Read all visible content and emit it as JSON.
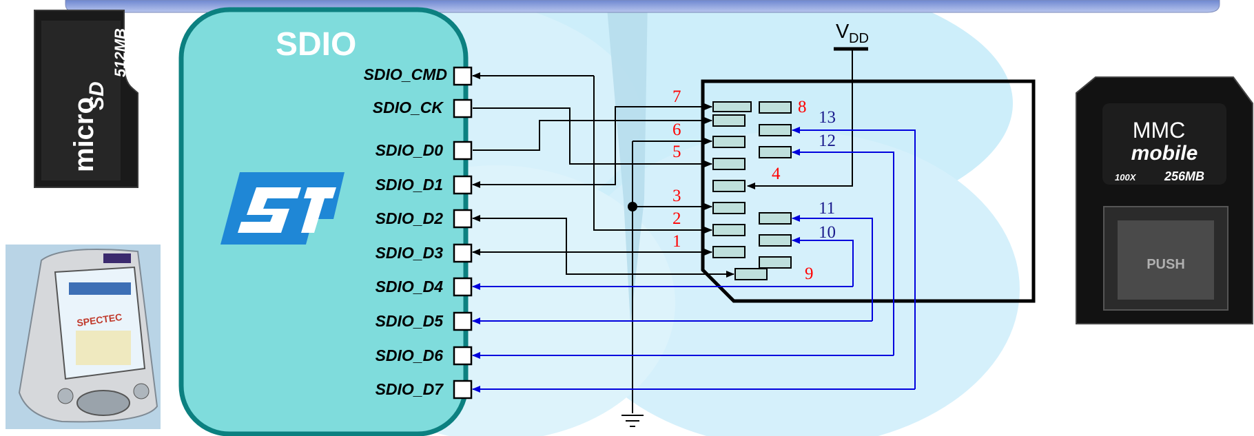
{
  "sdio_block": {
    "title": "SDIO",
    "pins": [
      "SDIO_CMD",
      "SDIO_CK",
      "SDIO_D0",
      "SDIO_D1",
      "SDIO_D2",
      "SDIO_D3",
      "SDIO_D4",
      "SDIO_D5",
      "SDIO_D6",
      "SDIO_D7"
    ]
  },
  "power": {
    "vdd_main": "V",
    "vdd_sub": "DD"
  },
  "card_pins": {
    "red": [
      "7",
      "8",
      "6",
      "5",
      "4",
      "3",
      "2",
      "1",
      "9"
    ],
    "blue": [
      "13",
      "12",
      "11",
      "10"
    ]
  },
  "images": {
    "microsd": {
      "brand": "micro",
      "brand2": "SD",
      "capacity": "512MB"
    },
    "mmc": {
      "line1": "MMC",
      "line2": "mobile",
      "speed": "100X",
      "capacity": "256MB",
      "push": "PUSH"
    },
    "pda": {
      "screen_text": "SPECTEC"
    }
  },
  "colors": {
    "sdio_fill": "#7fdcdc",
    "sdio_border": "#0c8080",
    "blue_wire": "#0000dd",
    "black_wire": "#000000",
    "red_label": "#ff0000",
    "blue_label": "#1a1a8c",
    "pad_fill": "#bfe0dc",
    "header_bar": "#8fa6dc",
    "st_logo": "#1f87d6"
  }
}
